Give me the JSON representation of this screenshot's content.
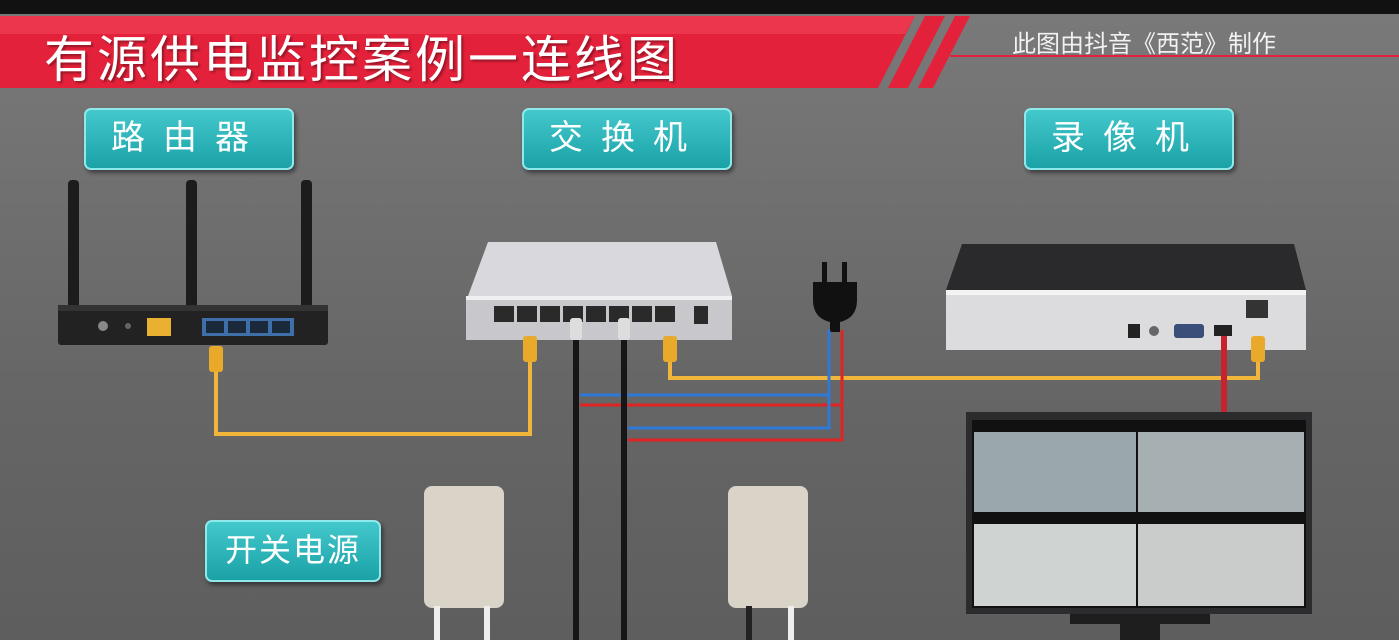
{
  "title": "有源供电监控案例一连线图",
  "credit": "此图由抖音《西范》制作",
  "labels": {
    "router": "路由器",
    "switch": "交换机",
    "nvr": "录像机",
    "power": "开关电源"
  },
  "colors": {
    "banner_red": "#e4213a",
    "label_teal": "#22a9ad",
    "cable_orange": "#f0b53a",
    "wire_red": "#e02323",
    "wire_blue": "#2f78d8"
  },
  "icons": [
    "wifi-router-icon",
    "network-switch-icon",
    "power-plug-icon",
    "nvr-recorder-icon",
    "monitor-icon",
    "camera-icon"
  ]
}
